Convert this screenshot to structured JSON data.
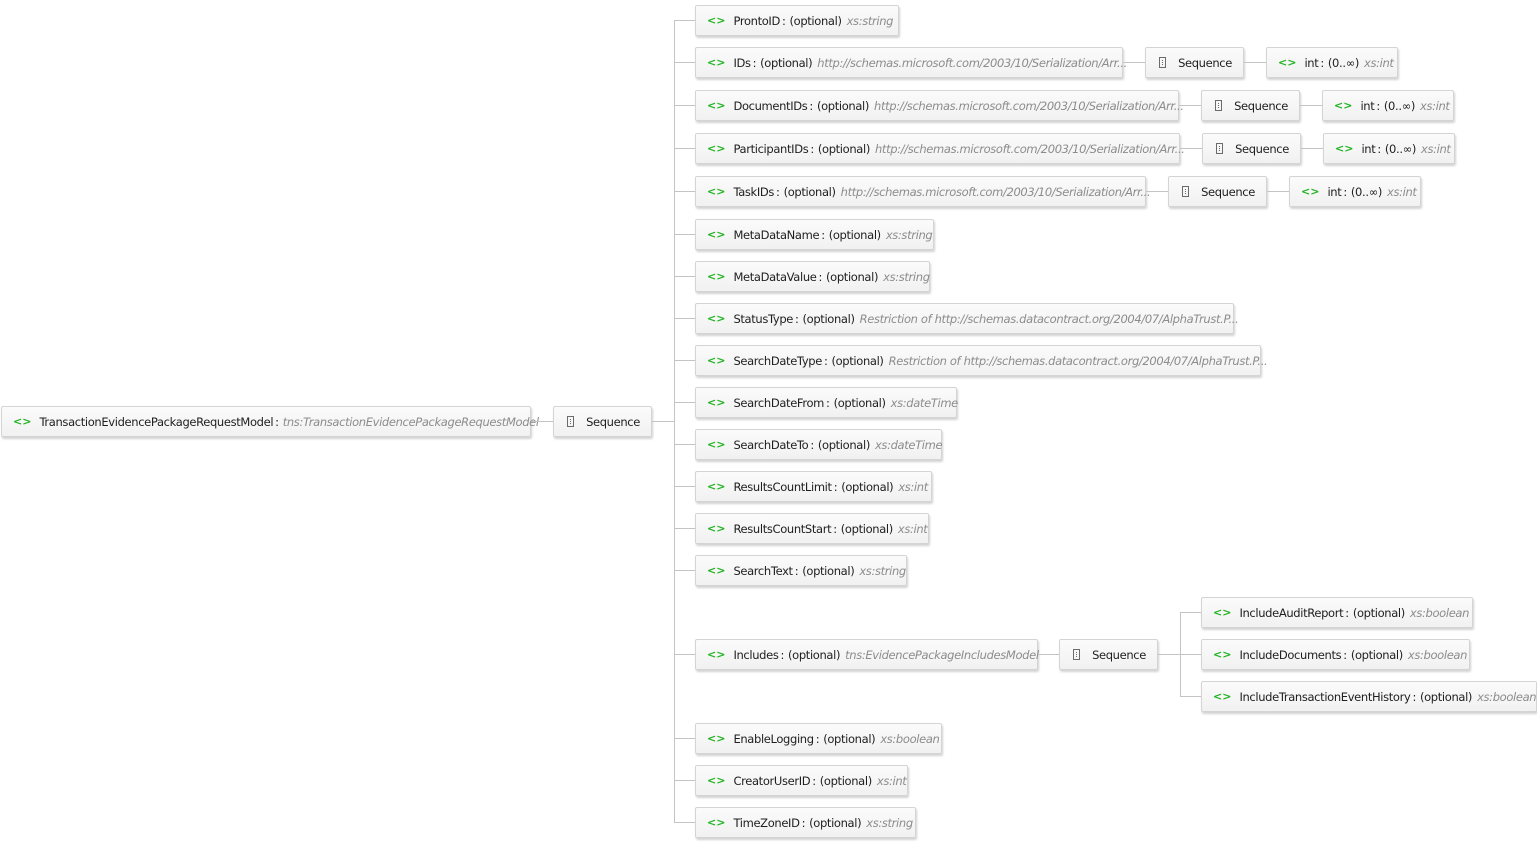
{
  "element_icon": "angle-brackets-icon",
  "sequence_icon": "sequence-icon",
  "colors": {
    "element_icon": "#1fb31f",
    "type_text": "#8c8c8c",
    "connector": "#c4c4c4"
  },
  "separator": ":",
  "sequence_label": "Sequence",
  "root": {
    "name": "TransactionEvidencePackageRequestModel",
    "type": "tns:TransactionEvidencePackageRequestModel"
  },
  "children": [
    {
      "name": "ProntoID",
      "occurs": "(optional)",
      "type": "xs:string"
    },
    {
      "name": "IDs",
      "occurs": "(optional)",
      "type": "http://schemas.microsoft.com/2003/10/Serialization/Arr...",
      "item": {
        "name": "int",
        "occurs": "(0..∞)",
        "type": "xs:int"
      }
    },
    {
      "name": "DocumentIDs",
      "occurs": "(optional)",
      "type": "http://schemas.microsoft.com/2003/10/Serialization/Arr...",
      "item": {
        "name": "int",
        "occurs": "(0..∞)",
        "type": "xs:int"
      }
    },
    {
      "name": "ParticipantIDs",
      "occurs": "(optional)",
      "type": "http://schemas.microsoft.com/2003/10/Serialization/Arr...",
      "item": {
        "name": "int",
        "occurs": "(0..∞)",
        "type": "xs:int"
      }
    },
    {
      "name": "TaskIDs",
      "occurs": "(optional)",
      "type": "http://schemas.microsoft.com/2003/10/Serialization/Arr...",
      "item": {
        "name": "int",
        "occurs": "(0..∞)",
        "type": "xs:int"
      }
    },
    {
      "name": "MetaDataName",
      "occurs": "(optional)",
      "type": "xs:string"
    },
    {
      "name": "MetaDataValue",
      "occurs": "(optional)",
      "type": "xs:string"
    },
    {
      "name": "StatusType",
      "occurs": "(optional)",
      "type": "Restriction of http://schemas.datacontract.org/2004/07/AlphaTrust.P..."
    },
    {
      "name": "SearchDateType",
      "occurs": "(optional)",
      "type": "Restriction of http://schemas.datacontract.org/2004/07/AlphaTrust.P..."
    },
    {
      "name": "SearchDateFrom",
      "occurs": "(optional)",
      "type": "xs:dateTime"
    },
    {
      "name": "SearchDateTo",
      "occurs": "(optional)",
      "type": "xs:dateTime"
    },
    {
      "name": "ResultsCountLimit",
      "occurs": "(optional)",
      "type": "xs:int"
    },
    {
      "name": "ResultsCountStart",
      "occurs": "(optional)",
      "type": "xs:int"
    },
    {
      "name": "SearchText",
      "occurs": "(optional)",
      "type": "xs:string"
    },
    {
      "name": "Includes",
      "occurs": "(optional)",
      "type": "tns:EvidencePackageIncludesModel",
      "sub": [
        {
          "name": "IncludeAuditReport",
          "occurs": "(optional)",
          "type": "xs:boolean"
        },
        {
          "name": "IncludeDocuments",
          "occurs": "(optional)",
          "type": "xs:boolean"
        },
        {
          "name": "IncludeTransactionEventHistory",
          "occurs": "(optional)",
          "type": "xs:boolean"
        }
      ]
    },
    {
      "name": "EnableLogging",
      "occurs": "(optional)",
      "type": "xs:boolean"
    },
    {
      "name": "CreatorUserID",
      "occurs": "(optional)",
      "type": "xs:int"
    },
    {
      "name": "TimeZoneID",
      "occurs": "(optional)",
      "type": "xs:string"
    }
  ]
}
